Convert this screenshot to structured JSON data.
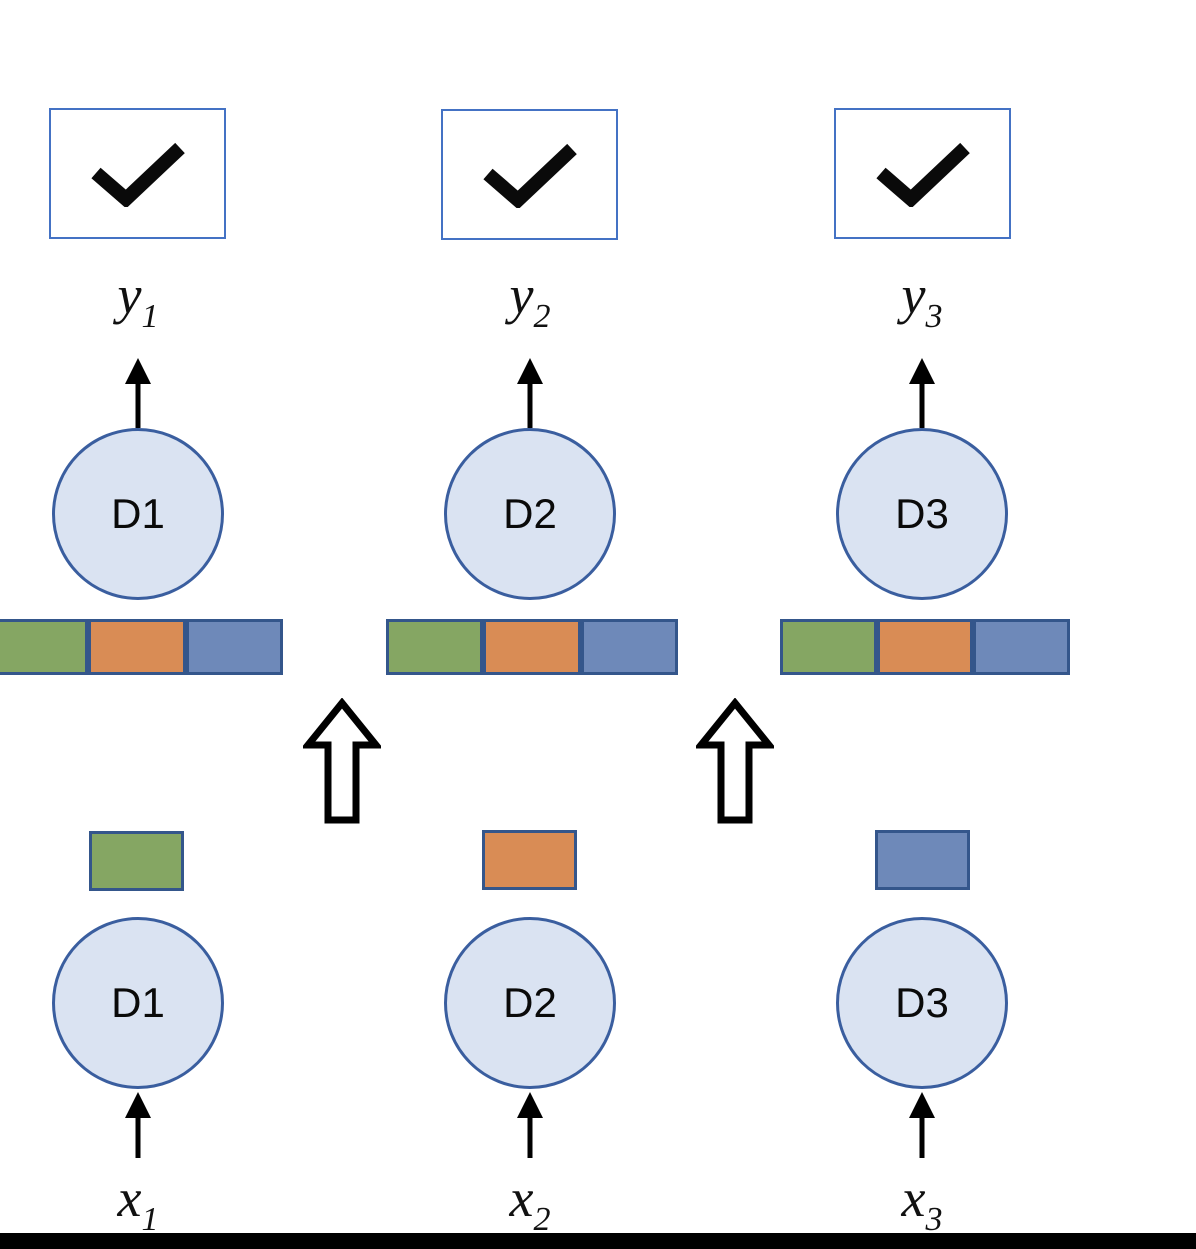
{
  "diagram": {
    "description": "Two-stage diagram: three devices D1-D3 each holding one feature block (green/orange/blue) receive inputs x1-x3; after exchange (hollow up arrows) every device holds the full concatenated green-orange-blue feature bar and outputs y1-y3 with check marks."
  },
  "top": {
    "outputs": [
      {
        "base": "y",
        "sub": "1",
        "status": "checked"
      },
      {
        "base": "y",
        "sub": "2",
        "status": "checked"
      },
      {
        "base": "y",
        "sub": "3",
        "status": "checked"
      }
    ],
    "units": [
      {
        "label": "D1"
      },
      {
        "label": "D2"
      },
      {
        "label": "D3"
      }
    ],
    "feature_bar_segments": [
      "green",
      "orange",
      "blue"
    ]
  },
  "bottom": {
    "units": [
      {
        "label": "D1"
      },
      {
        "label": "D2"
      },
      {
        "label": "D3"
      }
    ],
    "inputs": [
      {
        "base": "x",
        "sub": "1"
      },
      {
        "base": "x",
        "sub": "2"
      },
      {
        "base": "x",
        "sub": "3"
      }
    ],
    "chips": [
      "green",
      "orange",
      "blue"
    ]
  },
  "icons": {
    "checkmark": "✔",
    "up_block_arrow": "⇧",
    "up_arrow": "↑"
  },
  "colors": {
    "green": "#85a663",
    "orange": "#d98c55",
    "blue": "#6e89b9",
    "segment_border": "#34568b",
    "checkbox_border": "#4472c4",
    "circle_fill": "#dae3f2",
    "circle_border": "#3a5e9f",
    "ink": "#000000"
  }
}
